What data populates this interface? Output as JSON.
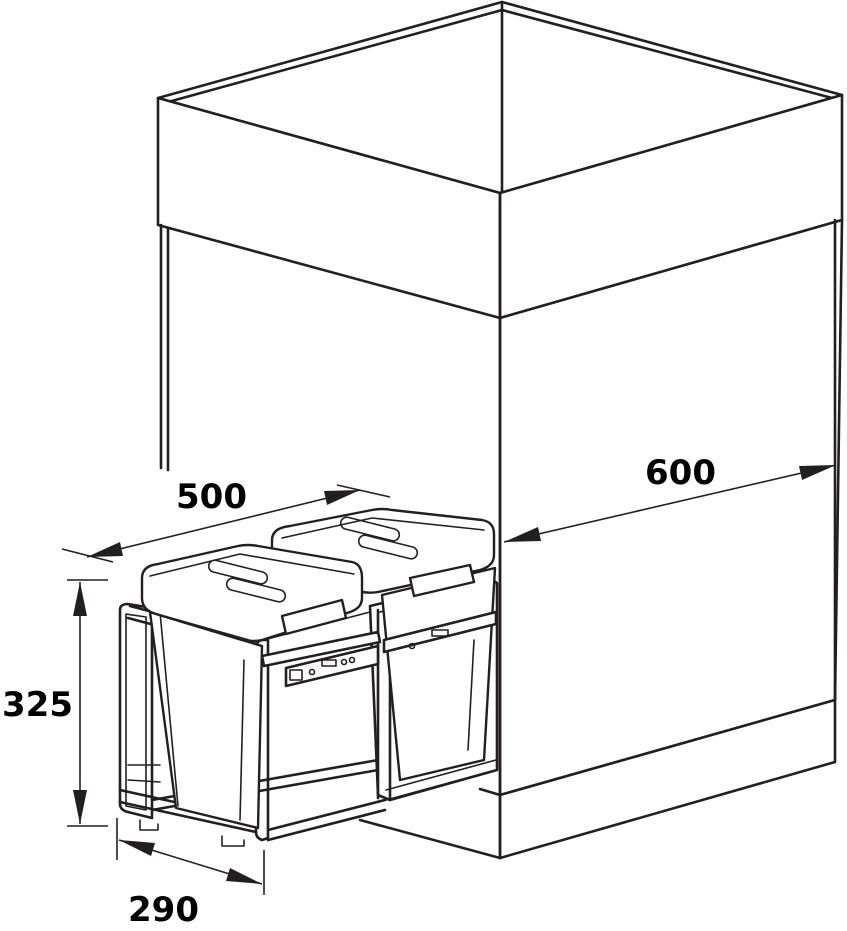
{
  "dimensions": {
    "cabinet_width": "600",
    "pullout_depth": "500",
    "height": "325",
    "width": "290"
  }
}
